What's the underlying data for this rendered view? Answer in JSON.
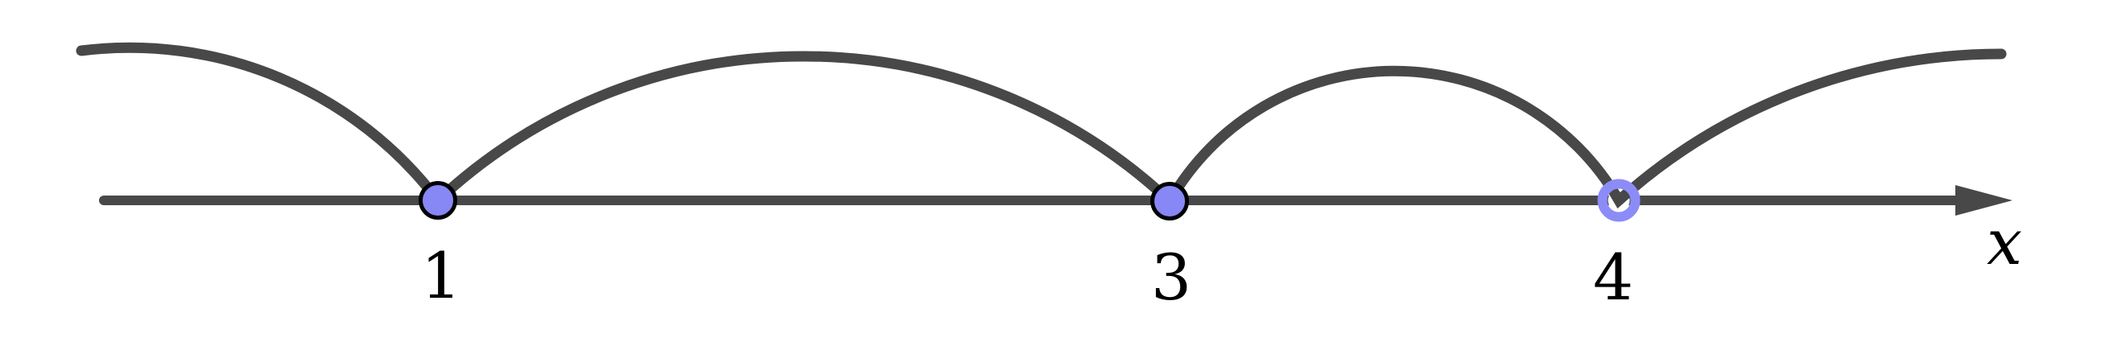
{
  "diagram": {
    "type": "number-line-bounce-sketch",
    "description": "Curve above a number line touching (bouncing at) 1, 3 and 4; closed points at 1 and 3, open point at 4; axis arrow to the right labeled x",
    "axis_label": "x",
    "points": [
      {
        "label": "1",
        "value": 1,
        "marker": "closed"
      },
      {
        "label": "3",
        "value": 3,
        "marker": "closed"
      },
      {
        "label": "4",
        "value": 4,
        "marker": "open"
      }
    ],
    "curve": {
      "touch_values": [
        1,
        3,
        4
      ],
      "segments": 4,
      "position": "above-axis"
    },
    "colors": {
      "curve": "#484848",
      "axis": "#484848",
      "closed_point_fill": "#8787F5",
      "closed_point_outline": "#000000",
      "open_point_ring": "#8C8CF8",
      "open_point_center": "#FFFFFF",
      "label_color": "#000000",
      "background": "#FFFFFF"
    }
  }
}
